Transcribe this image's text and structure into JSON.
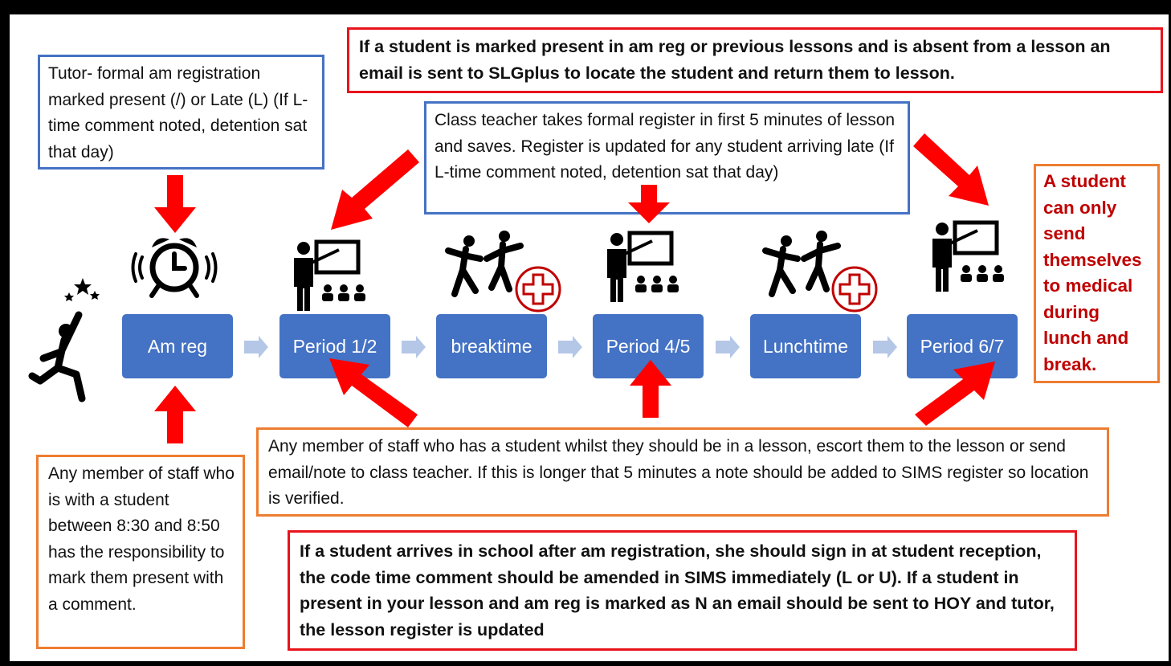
{
  "boxes": {
    "tutor": "Tutor- formal am registration marked present (/) or Late (L) (If L-time comment noted, detention sat that day)",
    "present_absent": "If a student is marked present in am reg or previous lessons and is absent from a lesson an email is sent to SLGplus to locate the student and return them to lesson.",
    "class_teacher": "Class teacher takes formal register in first 5 minutes of lesson and saves. Register is updated for any student arriving late (If L-time comment noted, detention sat that day)",
    "medical": "A student can only send themselves to medical during lunch and break.",
    "escort": "Any member of staff who has a student whilst they should be in  a lesson, escort them to the lesson or send email/note to class teacher. If this is longer that 5 minutes a note should be added to SIMS register so location is verified.",
    "staff_830": "Any member of staff who is with a student between 8:30 and 8:50 has the responsibility to mark them present with a comment.",
    "late_arrival": "If a student arrives in school after am registration, she should sign in at student reception, the code time comment should be amended in SIMS immediately (L or U). If a student in present in your lesson and am reg is marked as N an email should be sent to HOY and tutor, the lesson register is updated"
  },
  "steps": [
    "Am reg",
    "Period 1/2",
    "breaktime",
    "Period 4/5",
    "Lunchtime",
    "Period 6/7"
  ],
  "colors": {
    "step_fill": "#4472c4",
    "blue_border": "#4472c4",
    "orange_border": "#ed7d31",
    "red_border": "#e8141c",
    "arrow": "#ff0000",
    "medical_text": "#c00000",
    "chevron": "#b4c7e7"
  },
  "icons": [
    "running-person-icon",
    "alarm-clock-icon",
    "teacher-classroom-icon",
    "dancing-people-icon",
    "medical-cross-icon"
  ]
}
